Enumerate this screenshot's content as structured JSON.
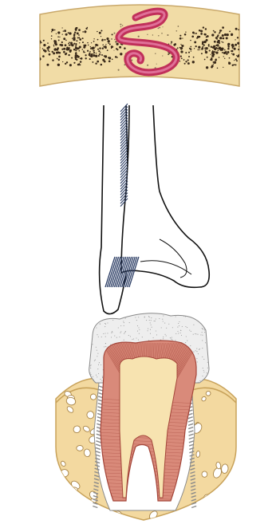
{
  "figures": [
    {
      "id": "skull-suture",
      "kind": "fibrous-joint-suture"
    },
    {
      "id": "syndesmosis",
      "kind": "fibrous-joint-syndesmosis"
    },
    {
      "id": "gomphosis",
      "kind": "fibrous-joint-gomphosis"
    }
  ],
  "colors": {
    "background": "#ffffff",
    "bone_fill": "#f1dca6",
    "bone_outline": "#c9a86a",
    "marrow_dots": "#3a2a1a",
    "suture_ligament": "#c0305a",
    "suture_ligament_light": "#e07098",
    "line_art": "#111111",
    "ligament_hatch": "#2d3f66",
    "enamel_fill": "#eeeeee",
    "enamel_stipple": "#9a9a9a",
    "dentin_fill": "#d98a7a",
    "dentin_stripes": "#a4463a",
    "pulp_fill": "#f7e3b0",
    "periodontal_gray": "#8a8a8a",
    "gum_fill": "#f3d9a0",
    "gum_outline": "#c8a25a",
    "bone_cell_outline": "#a88446"
  }
}
